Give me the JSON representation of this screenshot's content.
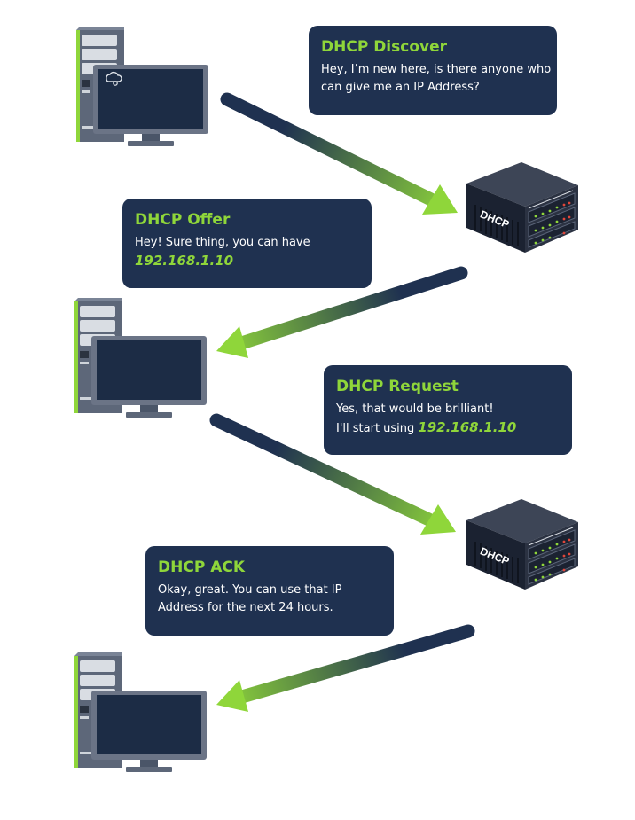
{
  "steps": [
    {
      "title": "DHCP Discover",
      "lines": [
        "Hey, I’m new here, is there anyone who",
        "can give me an IP Address?"
      ]
    },
    {
      "title": "DHCP Offer",
      "lines": [
        "Hey! Sure thing, you can have"
      ],
      "ip": "192.168.1.10"
    },
    {
      "title": "DHCP Request",
      "lines": [
        "Yes, that would be brilliant!",
        "I'll start using"
      ],
      "ip": "192.168.1.10"
    },
    {
      "title": "DHCP ACK",
      "lines": [
        "Okay, great. You can use that IP",
        "Address for the next 24 hours."
      ]
    }
  ],
  "server_label": "DHCP",
  "colors": {
    "bubble_bg": "#1f3150",
    "accent_green": "#8fd63a",
    "arrow_dark": "#1f3150",
    "device_dark": "#4a5568",
    "screen": "#1c2c45"
  },
  "icons": [
    "computer-icon",
    "cloud-icon",
    "dhcp-server-icon",
    "arrow-icon"
  ]
}
